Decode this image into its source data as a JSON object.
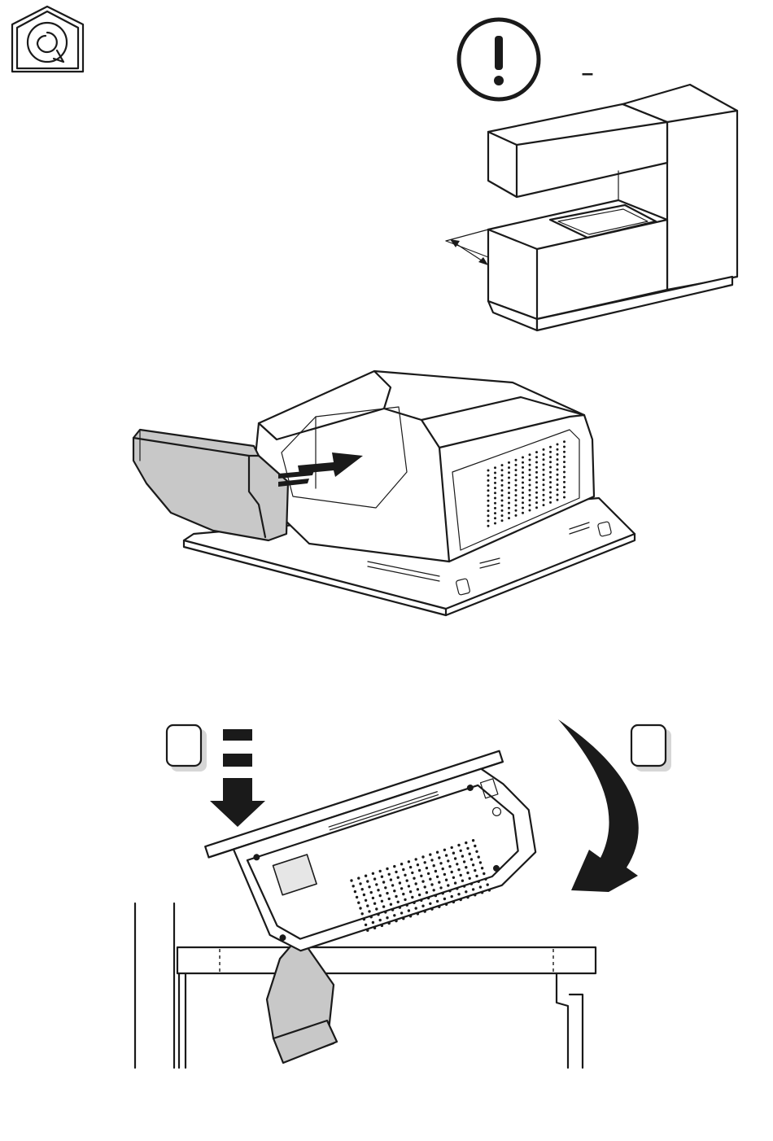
{
  "diagram": {
    "icons": [
      "house-recirculation-icon",
      "warning-exclamation-icon"
    ],
    "figures": [
      "kitchen-cabinets-illustration",
      "hob-with-duct-illustration",
      "hob-insertion-illustration"
    ],
    "markers": {
      "step_a": "",
      "step_b": "",
      "dash_note": "–"
    },
    "colors": {
      "line": "#1a1a1a",
      "duct_fill": "#c8c8c8",
      "background": "#ffffff"
    }
  }
}
